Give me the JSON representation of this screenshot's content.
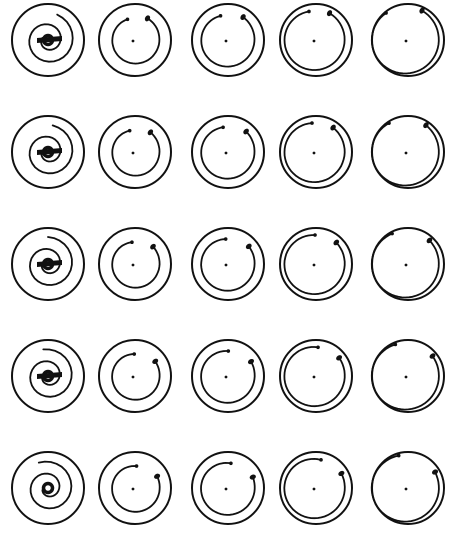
{
  "figure": {
    "kind": "grid of circular orbit traces",
    "rows": 5,
    "columns": 5,
    "panels": [
      [
        {
          "icon": "spiral-core-icon"
        },
        {
          "icon": "orbit-trace-icon"
        },
        {
          "icon": "orbit-trace-icon"
        },
        {
          "icon": "orbit-trace-icon"
        },
        {
          "icon": "orbit-trace-icon"
        }
      ],
      [
        {
          "icon": "spiral-core-icon"
        },
        {
          "icon": "orbit-trace-icon"
        },
        {
          "icon": "orbit-trace-icon"
        },
        {
          "icon": "orbit-trace-icon"
        },
        {
          "icon": "orbit-trace-icon"
        }
      ],
      [
        {
          "icon": "spiral-core-icon"
        },
        {
          "icon": "orbit-trace-icon"
        },
        {
          "icon": "orbit-trace-icon"
        },
        {
          "icon": "orbit-trace-icon"
        },
        {
          "icon": "orbit-trace-icon"
        }
      ],
      [
        {
          "icon": "spiral-core-icon"
        },
        {
          "icon": "orbit-trace-icon"
        },
        {
          "icon": "orbit-trace-icon"
        },
        {
          "icon": "orbit-trace-icon"
        },
        {
          "icon": "orbit-trace-icon"
        }
      ],
      [
        {
          "icon": "spiral-core-icon"
        },
        {
          "icon": "orbit-trace-icon"
        },
        {
          "icon": "orbit-trace-icon"
        },
        {
          "icon": "orbit-trace-icon"
        },
        {
          "icon": "orbit-trace-icon"
        }
      ]
    ],
    "colors": {
      "ink": "#111111",
      "paper": "#ffffff"
    }
  }
}
